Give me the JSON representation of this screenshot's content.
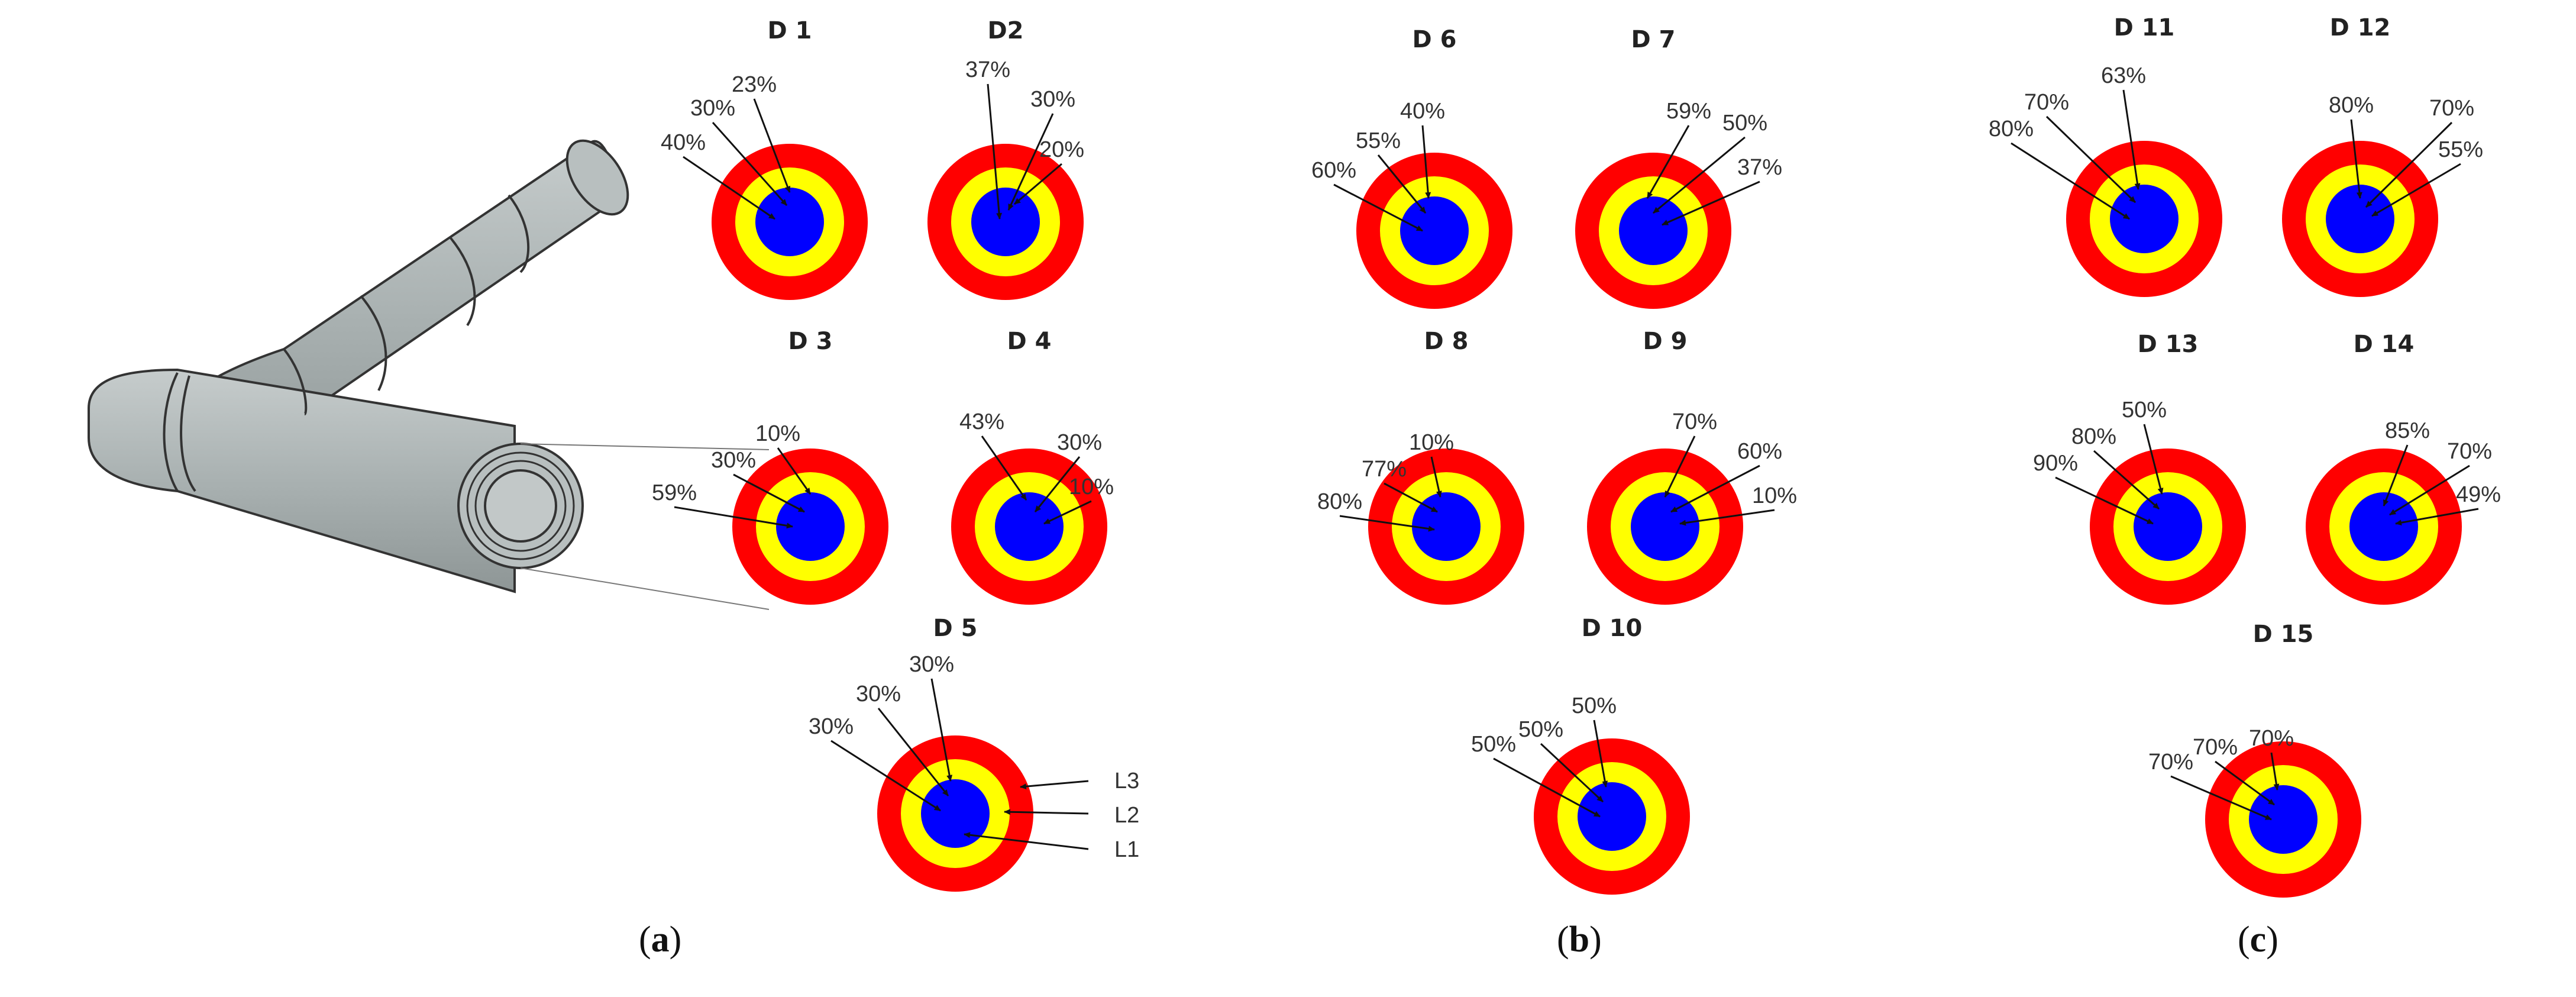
{
  "panels": [
    {
      "open": "(",
      "letter": "a",
      "close": ")"
    },
    {
      "open": "(",
      "letter": "b",
      "close": ")"
    },
    {
      "open": "(",
      "letter": "c",
      "close": ")"
    }
  ],
  "layers": [
    "L3",
    "L2",
    "L1"
  ],
  "colors": {
    "outer": "#ff0000",
    "middle": "#ffff00",
    "inner": "#0000ff",
    "pipe": "#a9b1b1"
  },
  "designs": [
    {
      "title": "D 1",
      "labels": [
        "40%",
        "30%",
        "23%"
      ]
    },
    {
      "title": "D2",
      "labels": [
        "37%",
        "30%",
        "20%"
      ]
    },
    {
      "title": "D 3",
      "labels": [
        "59%",
        "30%",
        "10%"
      ]
    },
    {
      "title": "D 4",
      "labels": [
        "43%",
        "30%",
        "10%"
      ]
    },
    {
      "title": "D 5",
      "labels": [
        "30%",
        "30%",
        "30%"
      ]
    },
    {
      "title": "D 6",
      "labels": [
        "60%",
        "55%",
        "40%"
      ]
    },
    {
      "title": "D 7",
      "labels": [
        "59%",
        "50%",
        "37%"
      ]
    },
    {
      "title": "D 8",
      "labels": [
        "80%",
        "77%",
        "10%"
      ]
    },
    {
      "title": "D 9",
      "labels": [
        "70%",
        "60%",
        "10%"
      ]
    },
    {
      "title": "D 10",
      "labels": [
        "50%",
        "50%",
        "50%"
      ]
    },
    {
      "title": "D 11",
      "labels": [
        "80%",
        "70%",
        "63%"
      ]
    },
    {
      "title": "D 12",
      "labels": [
        "80%",
        "70%",
        "55%"
      ]
    },
    {
      "title": "D 13",
      "labels": [
        "90%",
        "80%",
        "50%"
      ]
    },
    {
      "title": "D 14",
      "labels": [
        "85%",
        "70%",
        "49%"
      ]
    },
    {
      "title": "D 15",
      "labels": [
        "70%",
        "70%",
        "70%"
      ]
    }
  ]
}
